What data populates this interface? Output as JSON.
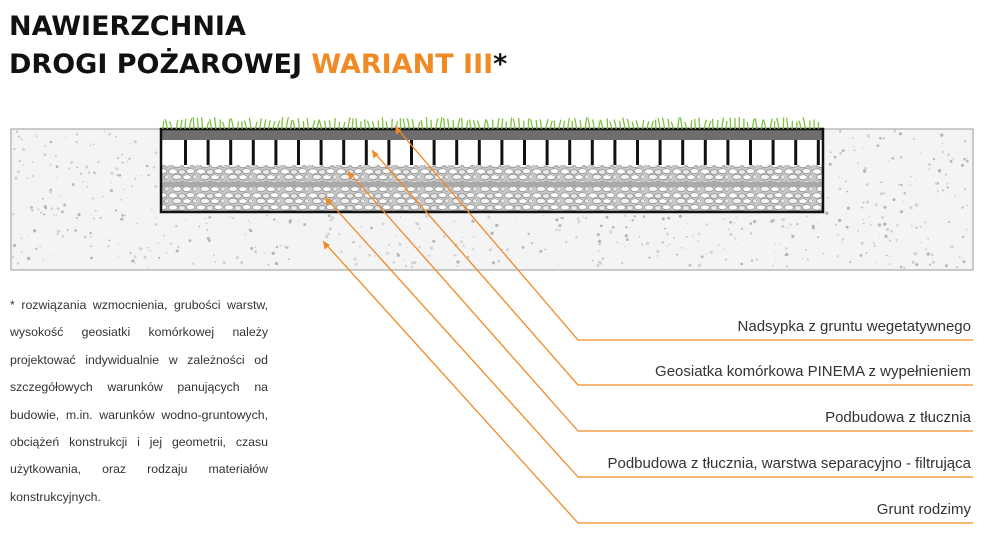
{
  "title": {
    "line1": "NAWIERZCHNIA",
    "line2_prefix": "DROGI POŻAROWEJ ",
    "line2_accent": "WARIANT III",
    "line2_suffix": "*"
  },
  "note": "* rozwiązania wzmocnienia, grubości warstw, wysokość geosiatki komórkowej należy projektować indywidualnie w zależności od szczegółowych warunków panujących na budowie, m.in. warunków wodno-gruntowych, obciążeń konstrukcji i jej geometrii, czasu użytkowania, oraz rodzaju materiałów konstrukcyjnych.",
  "layers": [
    {
      "label": "Nadsypka z gruntu wegetatywnego"
    },
    {
      "label": "Geosiatka komórkowa PINEMA z wypełnieniem"
    },
    {
      "label": "Podbudowa z tłucznia"
    },
    {
      "label": "Podbudowa z tłucznia, warstwa separacyjno - filtrująca"
    },
    {
      "label": "Grunt rodzimy"
    }
  ],
  "colors": {
    "accent": "#f08a24",
    "grass": "#7dc242",
    "soil_top": "#6e6e6e",
    "gravel": "#c9c9c9",
    "native_soil": "#f2f2f2"
  }
}
